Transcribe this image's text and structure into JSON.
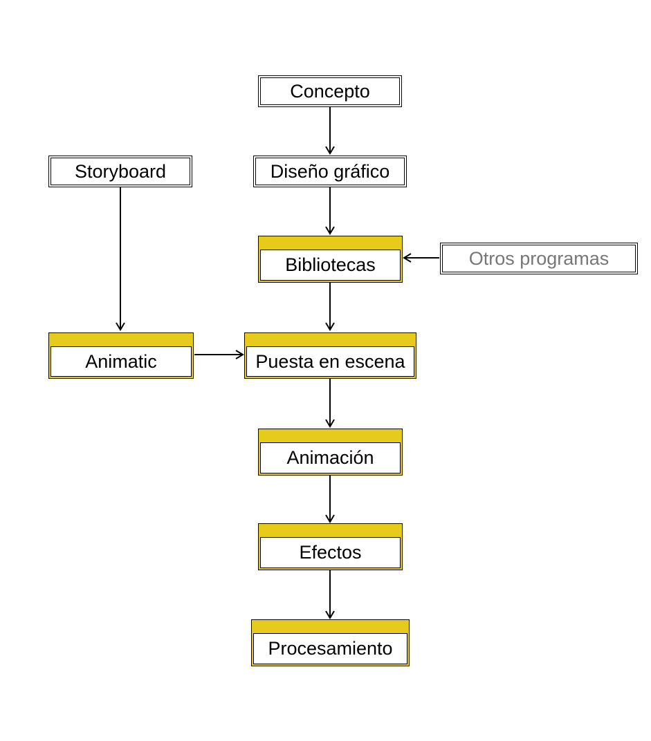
{
  "nodes": {
    "concepto": "Concepto",
    "storyboard": "Storyboard",
    "diseno_grafico": "Diseño gráfico",
    "bibliotecas": "Bibliotecas",
    "otros_programas": "Otros programas",
    "animatic": "Animatic",
    "puesta_en_escena": "Puesta en escena",
    "animacion": "Animación",
    "efectos": "Efectos",
    "procesamiento": "Procesamiento"
  },
  "colors": {
    "tool_header": "#e6cb1c",
    "muted_text": "#777777",
    "line": "#000000"
  }
}
